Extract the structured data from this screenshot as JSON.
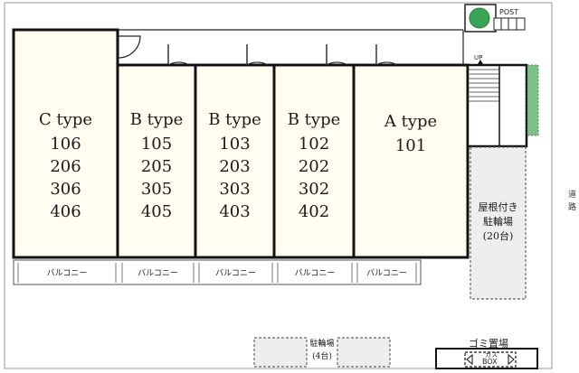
{
  "units": [
    {
      "type": "C type",
      "rooms": [
        "106",
        "206",
        "306",
        "406"
      ]
    },
    {
      "type": "B type",
      "rooms": [
        "105",
        "205",
        "305",
        "405"
      ]
    },
    {
      "type": "B type",
      "rooms": [
        "103",
        "203",
        "303",
        "403"
      ]
    },
    {
      "type": "B type",
      "rooms": [
        "102",
        "202",
        "302",
        "402"
      ]
    },
    {
      "type": "A type",
      "rooms": [
        "101"
      ]
    }
  ],
  "balcony_label": "バルコニー",
  "post_label": "POST",
  "stairs_label": "UP",
  "covered_parking": {
    "line1": "屋根付き",
    "line2": "駐輪場",
    "line3": "(20台)"
  },
  "bike_parking": {
    "line1": "駐輪場",
    "line2": "(4台)"
  },
  "garbage": {
    "title": "ゴミ置場",
    "box_label1": "ガス",
    "box_label2": "BOX"
  },
  "road": {
    "char1": "道",
    "char2": "路"
  },
  "colors": {
    "unit_fill": "#fffef0",
    "parking_fill": "#eeeeec",
    "tree_green": "#3aa655",
    "hedge_green": "#7fbf8a"
  }
}
